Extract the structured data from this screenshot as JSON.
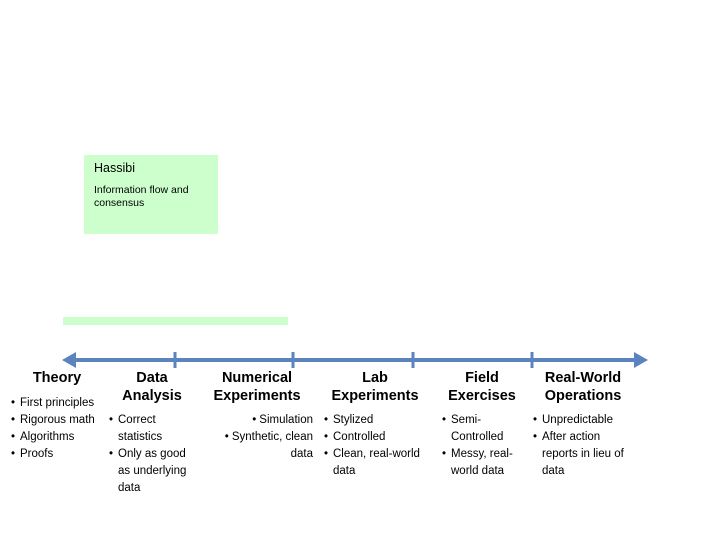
{
  "slide": {
    "callout": {
      "title": "Hassibi",
      "body": "Information flow and consensus",
      "bg_color": "#ccffcc"
    },
    "connector": {
      "name": "green-connector-bar",
      "color": "#ccffcc"
    },
    "axis": {
      "color": "#5b83be",
      "style": "double-headed-arrow",
      "tick_count": 4
    },
    "columns": [
      {
        "header": "Theory",
        "bullets": [
          "First principles",
          "Rigorous math",
          "Algorithms",
          "Proofs"
        ]
      },
      {
        "header": "Data\nAnalysis",
        "bullets": [
          "Correct statistics",
          "Only as good as underlying data"
        ]
      },
      {
        "header": "Numerical\nExperiments",
        "bullets": [
          "Simulation",
          "Synthetic, clean data"
        ]
      },
      {
        "header": "Lab\nExperiments",
        "bullets": [
          "Stylized",
          "Controlled",
          "Clean, real-world data"
        ]
      },
      {
        "header": "Field\nExercises",
        "bullets": [
          "Semi-Controlled",
          "Messy, real-world data"
        ]
      },
      {
        "header": "Real-World\nOperations",
        "bullets": [
          "Unpredictable",
          "After action reports in lieu of data"
        ]
      }
    ]
  }
}
